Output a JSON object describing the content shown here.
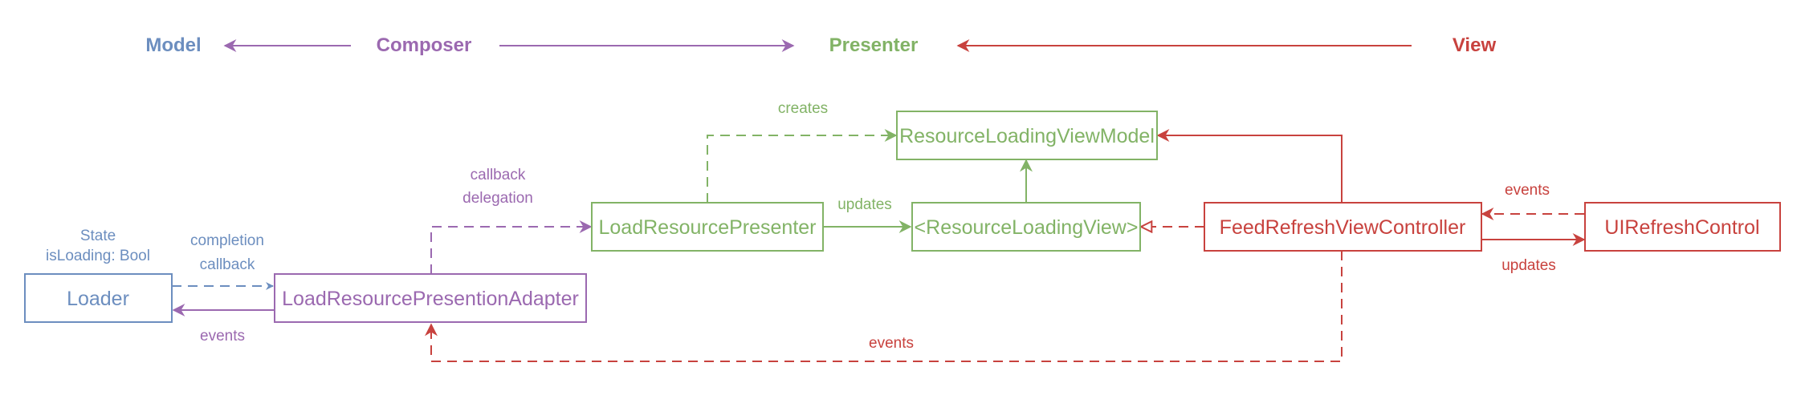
{
  "colors": {
    "model": "#6c8ebf",
    "composer": "#9b69b0",
    "presenter": "#82b366",
    "view": "#c8423e"
  },
  "headers": {
    "model": "Model",
    "composer": "Composer",
    "presenter": "Presenter",
    "view": "View"
  },
  "boxes": {
    "loader": "Loader",
    "adapter": "LoadResourcePresentionAdapter",
    "presenter": "LoadResourcePresenter",
    "view_model": "ResourceLoadingViewModel",
    "view_protocol": "<ResourceLoadingView>",
    "controller": "FeedRefreshViewController",
    "refresh_control": "UIRefreshControl"
  },
  "labels": {
    "state_title": "State",
    "state_loading": "isLoading: Bool",
    "completion_1": "completion",
    "completion_2": "callback",
    "events_loader": "events",
    "callback_1": "callback",
    "callback_2": "delegation",
    "creates": "creates",
    "updates_presenter": "updates",
    "events_control": "events",
    "updates_control": "updates",
    "events_bottom": "events"
  }
}
